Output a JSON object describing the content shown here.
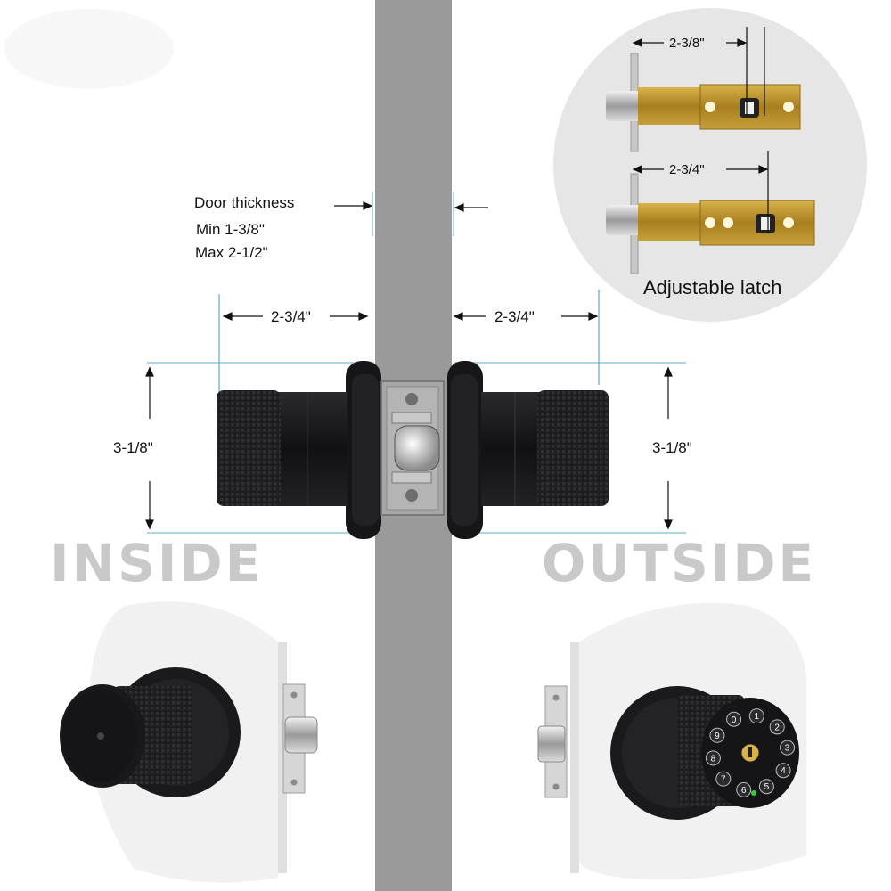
{
  "door_thickness": {
    "label": "Door thickness",
    "min": "Min  1-3/8\"",
    "max": "Max  2-1/2\""
  },
  "dimensions": {
    "backset_left": "2-3/4\"",
    "backset_right": "2-3/4\"",
    "height_left": "3-1/8\"",
    "height_right": "3-1/8\""
  },
  "sides": {
    "inside": "INSIDE",
    "outside": "OUTSIDE"
  },
  "inset": {
    "title": "Adjustable latch",
    "top_dim": "2-3/8\"",
    "bottom_dim": "2-3/4\""
  },
  "keypad_keys": [
    "1",
    "2",
    "3",
    "4",
    "5",
    "6",
    "7",
    "8",
    "9",
    "0"
  ],
  "colors": {
    "door": "#9a9a9a",
    "knob": "#1c1c1e",
    "brass": "#b8952e",
    "plate": "#a9a9a9",
    "guide_line": "#5fa9c4",
    "inset_bg": "#e6e6e6",
    "big_text": "#c9c9c9"
  }
}
